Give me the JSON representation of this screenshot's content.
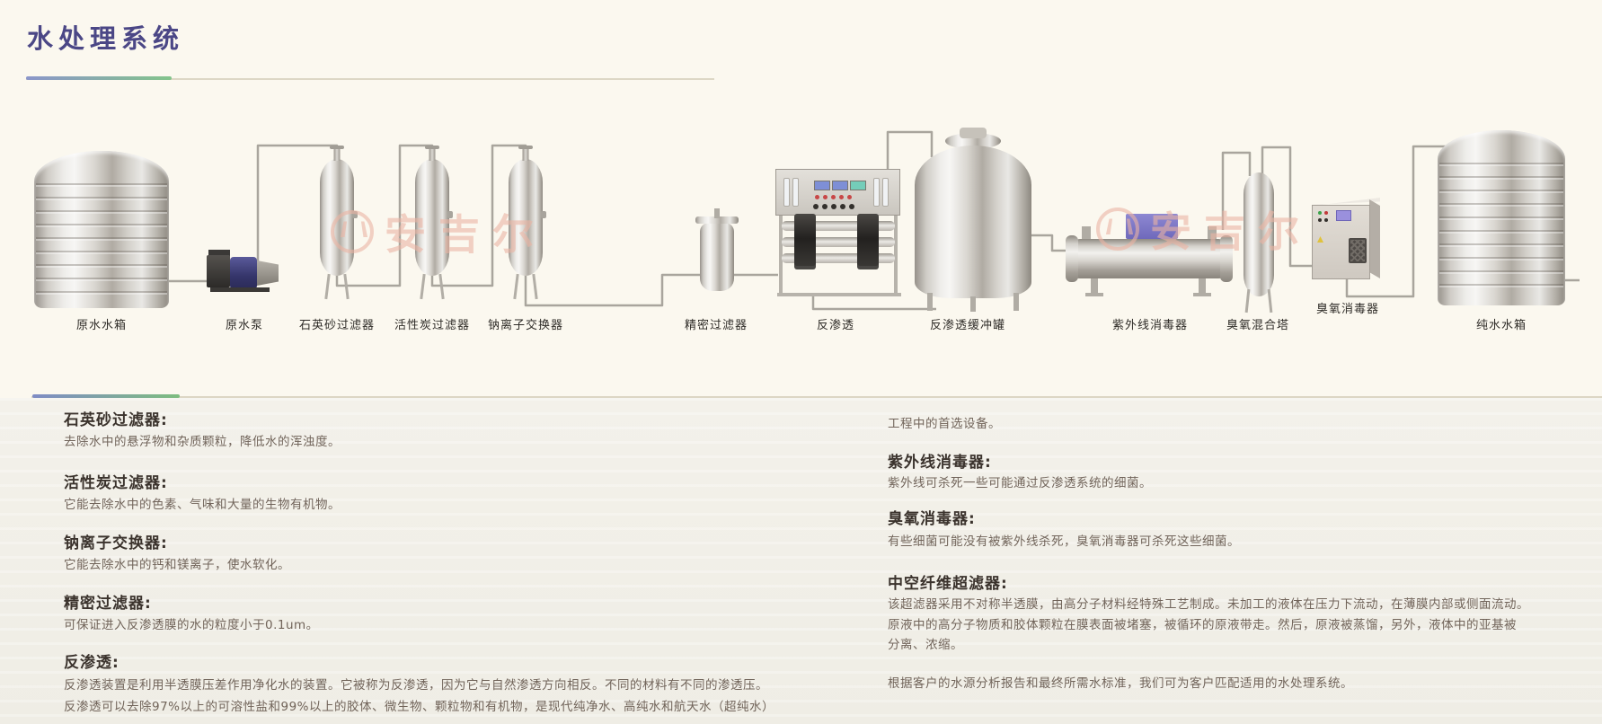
{
  "page": {
    "title": "水处理系统"
  },
  "watermark": {
    "brand": "安吉尔"
  },
  "diagram": {
    "labels": [
      {
        "id": "raw-water-tank",
        "text": "原水水箱"
      },
      {
        "id": "raw-water-pump",
        "text": "原水泵"
      },
      {
        "id": "quartz-sand-filter",
        "text": "石英砂过滤器"
      },
      {
        "id": "activated-carbon-filter",
        "text": "活性炭过滤器"
      },
      {
        "id": "sodium-ion-exchanger",
        "text": "钠离子交换器"
      },
      {
        "id": "precision-filter",
        "text": "精密过滤器"
      },
      {
        "id": "reverse-osmosis",
        "text": "反渗透"
      },
      {
        "id": "ro-buffer-tank",
        "text": "反渗透缓冲罐"
      },
      {
        "id": "uv-sterilizer",
        "text": "紫外线消毒器"
      },
      {
        "id": "ozone-mixing-tower",
        "text": "臭氧混合塔"
      },
      {
        "id": "ozone-sterilizer",
        "text": "臭氧消毒器"
      },
      {
        "id": "pure-water-tank",
        "text": "纯水水箱"
      }
    ]
  },
  "descriptions": {
    "left": [
      {
        "heading": "石英砂过滤器:",
        "body": "去除水中的悬浮物和杂质颗粒，降低水的浑浊度。"
      },
      {
        "heading": "活性炭过滤器:",
        "body": "它能去除水中的色素、气味和大量的生物有机物。"
      },
      {
        "heading": "钠离子交换器:",
        "body": "它能去除水中的钙和镁离子，使水软化。"
      },
      {
        "heading": "精密过滤器:",
        "body": "可保证进入反渗透膜的水的粒度小于0.1um。"
      },
      {
        "heading": "反渗透:",
        "body": "反渗透装置是利用半透膜压差作用净化水的装置。它被称为反渗透，因为它与自然渗透方向相反。不同的材料有不同的渗透压。\n反渗透可以去除97%以上的可溶性盐和99%以上的胶体、微生物、颗粒物和有机物，是现代纯净水、高纯水和航天水（超纯水）"
      }
    ],
    "right": [
      {
        "body": "工程中的首选设备。"
      },
      {
        "heading": "紫外线消毒器:",
        "body": "紫外线可杀死一些可能通过反渗透系统的细菌。"
      },
      {
        "heading": "臭氧消毒器:",
        "body": "有些细菌可能没有被紫外线杀死，臭氧消毒器可杀死这些细菌。"
      },
      {
        "heading": "中空纤维超滤器:",
        "body": "该超滤器采用不对称半透膜，由高分子材料经特殊工艺制成。未加工的液体在压力下流动，在薄膜内部或侧面流动。\n原液中的高分子物质和胶体颗粒在膜表面被堵塞，被循环的原液带走。然后，原液被蒸馏，另外，液体中的亚基被\n分离、浓缩。"
      },
      {
        "body": "根据客户的水源分析报告和最终所需水标准，我们可为客户匹配适用的水处理系统。"
      }
    ]
  },
  "colors": {
    "title": "#4b4786",
    "accent_blue": "#7f8cc5",
    "accent_green": "#7dbd7f",
    "watermark_pink": "#ecb5a4",
    "pump_blue": "#46467e",
    "uv_box_purple": "#7a74c6"
  }
}
